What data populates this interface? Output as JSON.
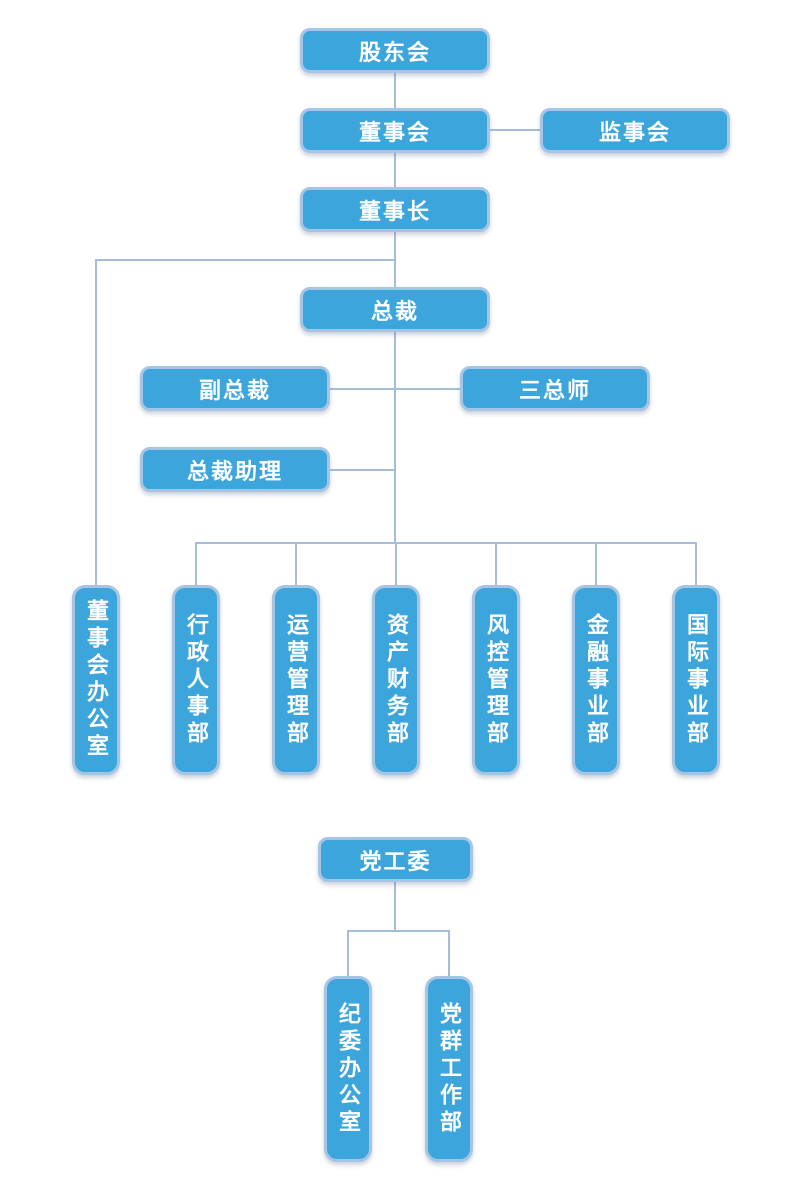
{
  "diagram": {
    "type": "org-chart",
    "colors": {
      "node_fill": "#3CA5DC",
      "node_border": "#A6C4E4",
      "connector": "#A6BCD8",
      "node_text": "#FFFFFF",
      "canvas_bg": "#FFFFFF"
    },
    "nodes": {
      "shareholders": {
        "label": "股东会"
      },
      "board": {
        "label": "董事会"
      },
      "supervisory": {
        "label": "监事会"
      },
      "chairman": {
        "label": "董事长"
      },
      "president": {
        "label": "总裁"
      },
      "vice_president": {
        "label": "副总裁"
      },
      "three_chiefs": {
        "label": "三总师"
      },
      "president_assistant": {
        "label": "总裁助理"
      },
      "board_office": {
        "label": "董事会办公室"
      },
      "admin_hr": {
        "label": "行政人事部"
      },
      "operations": {
        "label": "运营管理部"
      },
      "asset_finance": {
        "label": "资产财务部"
      },
      "risk_control": {
        "label": "风控管理部"
      },
      "financial_business": {
        "label": "金融事业部"
      },
      "international_business": {
        "label": "国际事业部"
      },
      "party_committee": {
        "label": "党工委"
      },
      "discipline_office": {
        "label": "纪委办公室"
      },
      "party_mass_work": {
        "label": "党群工作部"
      }
    },
    "edges": [
      [
        "shareholders",
        "board"
      ],
      [
        "board",
        "supervisory"
      ],
      [
        "board",
        "chairman"
      ],
      [
        "chairman",
        "president"
      ],
      [
        "chairman",
        "board_office"
      ],
      [
        "president",
        "vice_president"
      ],
      [
        "president",
        "three_chiefs"
      ],
      [
        "president",
        "president_assistant"
      ],
      [
        "president",
        "admin_hr"
      ],
      [
        "president",
        "operations"
      ],
      [
        "president",
        "asset_finance"
      ],
      [
        "president",
        "risk_control"
      ],
      [
        "president",
        "financial_business"
      ],
      [
        "president",
        "international_business"
      ],
      [
        "party_committee",
        "discipline_office"
      ],
      [
        "party_committee",
        "party_mass_work"
      ]
    ]
  }
}
